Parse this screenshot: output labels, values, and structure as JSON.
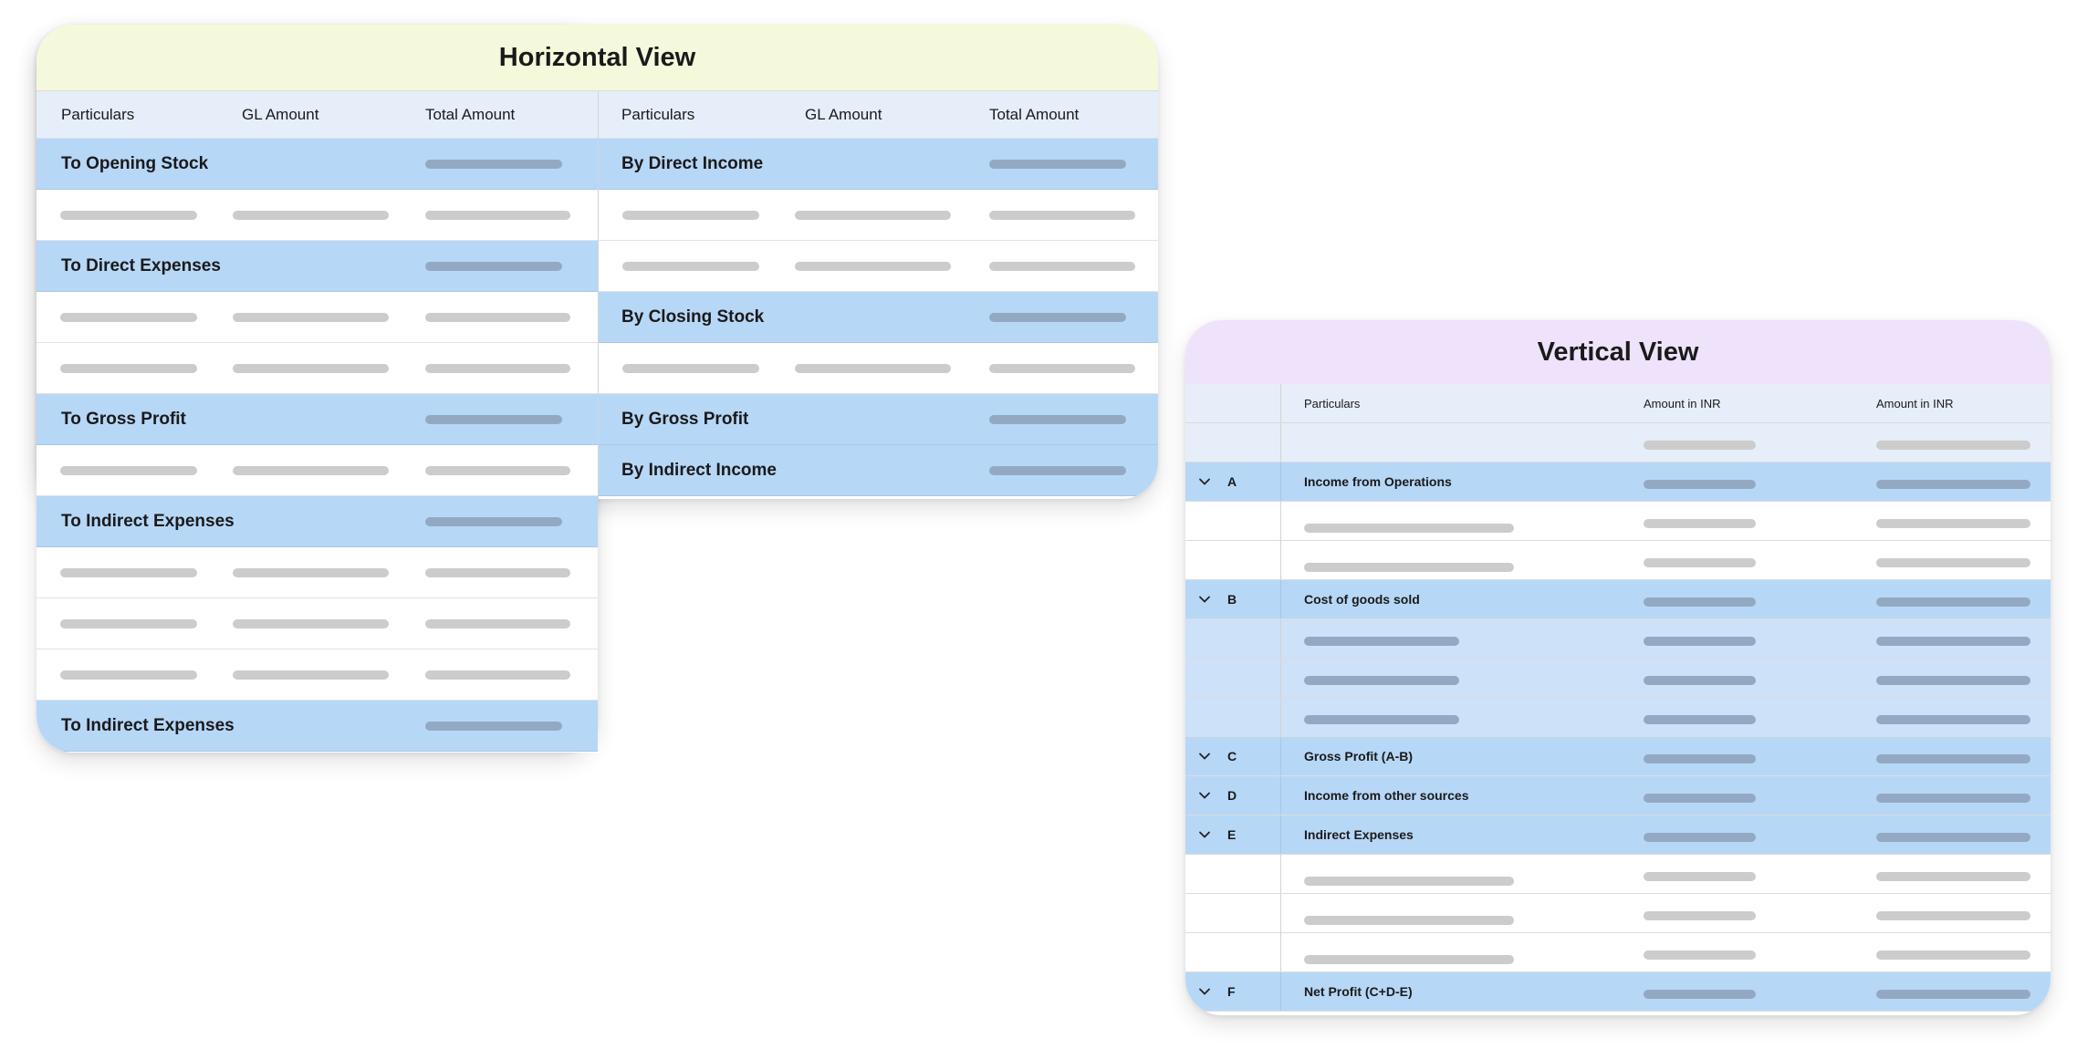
{
  "horizontal": {
    "title": "Horizontal View",
    "columns": [
      "Particulars",
      "GL Amount",
      "Total Amount"
    ],
    "left_rows": [
      {
        "type": "group",
        "label": "To Opening Stock"
      },
      {
        "type": "detail"
      },
      {
        "type": "group",
        "label": "To Direct Expenses"
      },
      {
        "type": "detail"
      },
      {
        "type": "detail"
      },
      {
        "type": "group",
        "label": "To Gross Profit"
      },
      {
        "type": "detail"
      },
      {
        "type": "group",
        "label": "To Indirect Expenses"
      },
      {
        "type": "detail"
      },
      {
        "type": "detail"
      },
      {
        "type": "detail"
      },
      {
        "type": "group",
        "label": "To Indirect Expenses"
      }
    ],
    "right_rows": [
      {
        "type": "group",
        "label": "By Direct Income"
      },
      {
        "type": "detail"
      },
      {
        "type": "detail"
      },
      {
        "type": "group",
        "label": "By Closing Stock"
      },
      {
        "type": "detail"
      },
      {
        "type": "group",
        "label": "By Gross Profit"
      },
      {
        "type": "group",
        "label": "By Indirect Income"
      }
    ]
  },
  "vertical": {
    "title": "Vertical View",
    "columns": [
      "Particulars",
      "Amount in INR",
      "Amount in INR"
    ],
    "rows": [
      {
        "type": "blank"
      },
      {
        "type": "group",
        "code": "A",
        "label": "Income from Operations"
      },
      {
        "type": "detail"
      },
      {
        "type": "detail"
      },
      {
        "type": "group",
        "code": "B",
        "label": "Cost of goods sold"
      },
      {
        "type": "sub"
      },
      {
        "type": "sub"
      },
      {
        "type": "sub"
      },
      {
        "type": "group",
        "code": "C",
        "label": "Gross Profit (A-B)"
      },
      {
        "type": "group",
        "code": "D",
        "label": "Income from other sources"
      },
      {
        "type": "group",
        "code": "E",
        "label": "Indirect Expenses"
      },
      {
        "type": "detail"
      },
      {
        "type": "detail"
      },
      {
        "type": "detail"
      },
      {
        "type": "group",
        "code": "F",
        "label": "Net Profit (C+D-E)"
      }
    ]
  },
  "colors": {
    "horizontal_title_bg": "#f5f9dc",
    "vertical_title_bg": "#efe3fb",
    "header_bg": "#e6eef9",
    "group_bg": "#b7d7f7",
    "sub_bg": "#cde1f8",
    "placeholder_grey": "#cccccc",
    "placeholder_blue": "#93a9c3"
  },
  "icons": {
    "expand": "chevron-down-icon"
  }
}
